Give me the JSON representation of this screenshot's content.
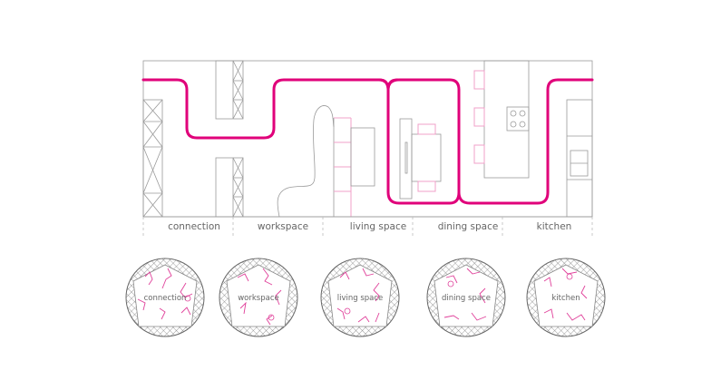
{
  "diagram": {
    "title": "floor plan with circulation path and space diagrams",
    "accent_color": "#e0007a",
    "zones": [
      {
        "id": "connection",
        "label": "connection"
      },
      {
        "id": "workspace",
        "label": "workspace"
      },
      {
        "id": "living",
        "label": "living space"
      },
      {
        "id": "dining",
        "label": "dining space"
      },
      {
        "id": "kitchen",
        "label": "kitchen"
      }
    ],
    "circles": [
      {
        "label": "connection"
      },
      {
        "label": "workspace"
      },
      {
        "label": "living space"
      },
      {
        "label": "dining space"
      },
      {
        "label": "kitchen"
      }
    ],
    "elements": {
      "path": "circulation-path",
      "furniture": [
        "shelving",
        "sofa",
        "chairs",
        "dining-table",
        "stove",
        "sink",
        "bar-stools",
        "kitchen-island"
      ]
    }
  }
}
